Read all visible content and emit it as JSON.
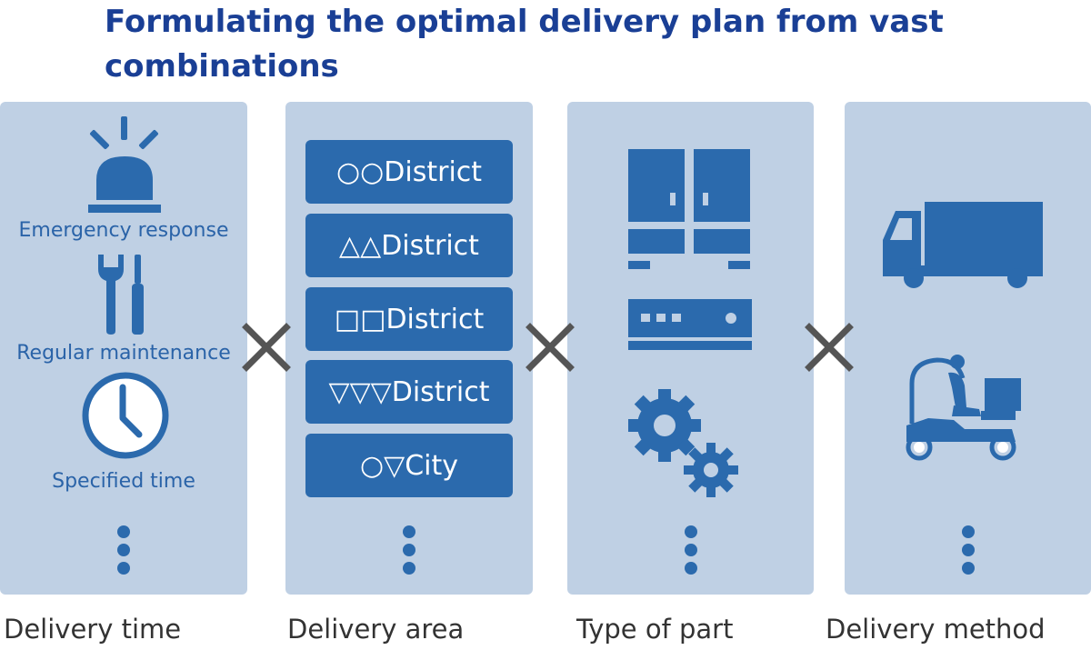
{
  "title": "Formulating the optimal delivery plan from vast combinations",
  "colors": {
    "panel": "#bfd0e4",
    "accent": "#2b6aad",
    "title": "#1a3f95",
    "times": "#555555"
  },
  "columns": [
    {
      "caption": "Delivery time",
      "items": [
        {
          "icon": "siren-icon",
          "label": "Emergency response"
        },
        {
          "icon": "wrench-screwdriver-icon",
          "label": "Regular maintenance"
        },
        {
          "icon": "clock-icon",
          "label": "Specified time"
        }
      ]
    },
    {
      "caption": "Delivery area",
      "items": [
        "○○District",
        "△△District",
        "□□District",
        "▽▽▽District",
        "○▽City"
      ]
    },
    {
      "caption": "Type of part",
      "items": [
        {
          "icon": "cabinet-icon"
        },
        {
          "icon": "equipment-box-icon"
        },
        {
          "icon": "gears-icon"
        }
      ]
    },
    {
      "caption": "Delivery method",
      "items": [
        {
          "icon": "truck-icon"
        },
        {
          "icon": "delivery-scooter-icon"
        }
      ]
    }
  ],
  "continuation_icon": "vertical-ellipsis-icon",
  "operator_icon": "multiply-icon"
}
